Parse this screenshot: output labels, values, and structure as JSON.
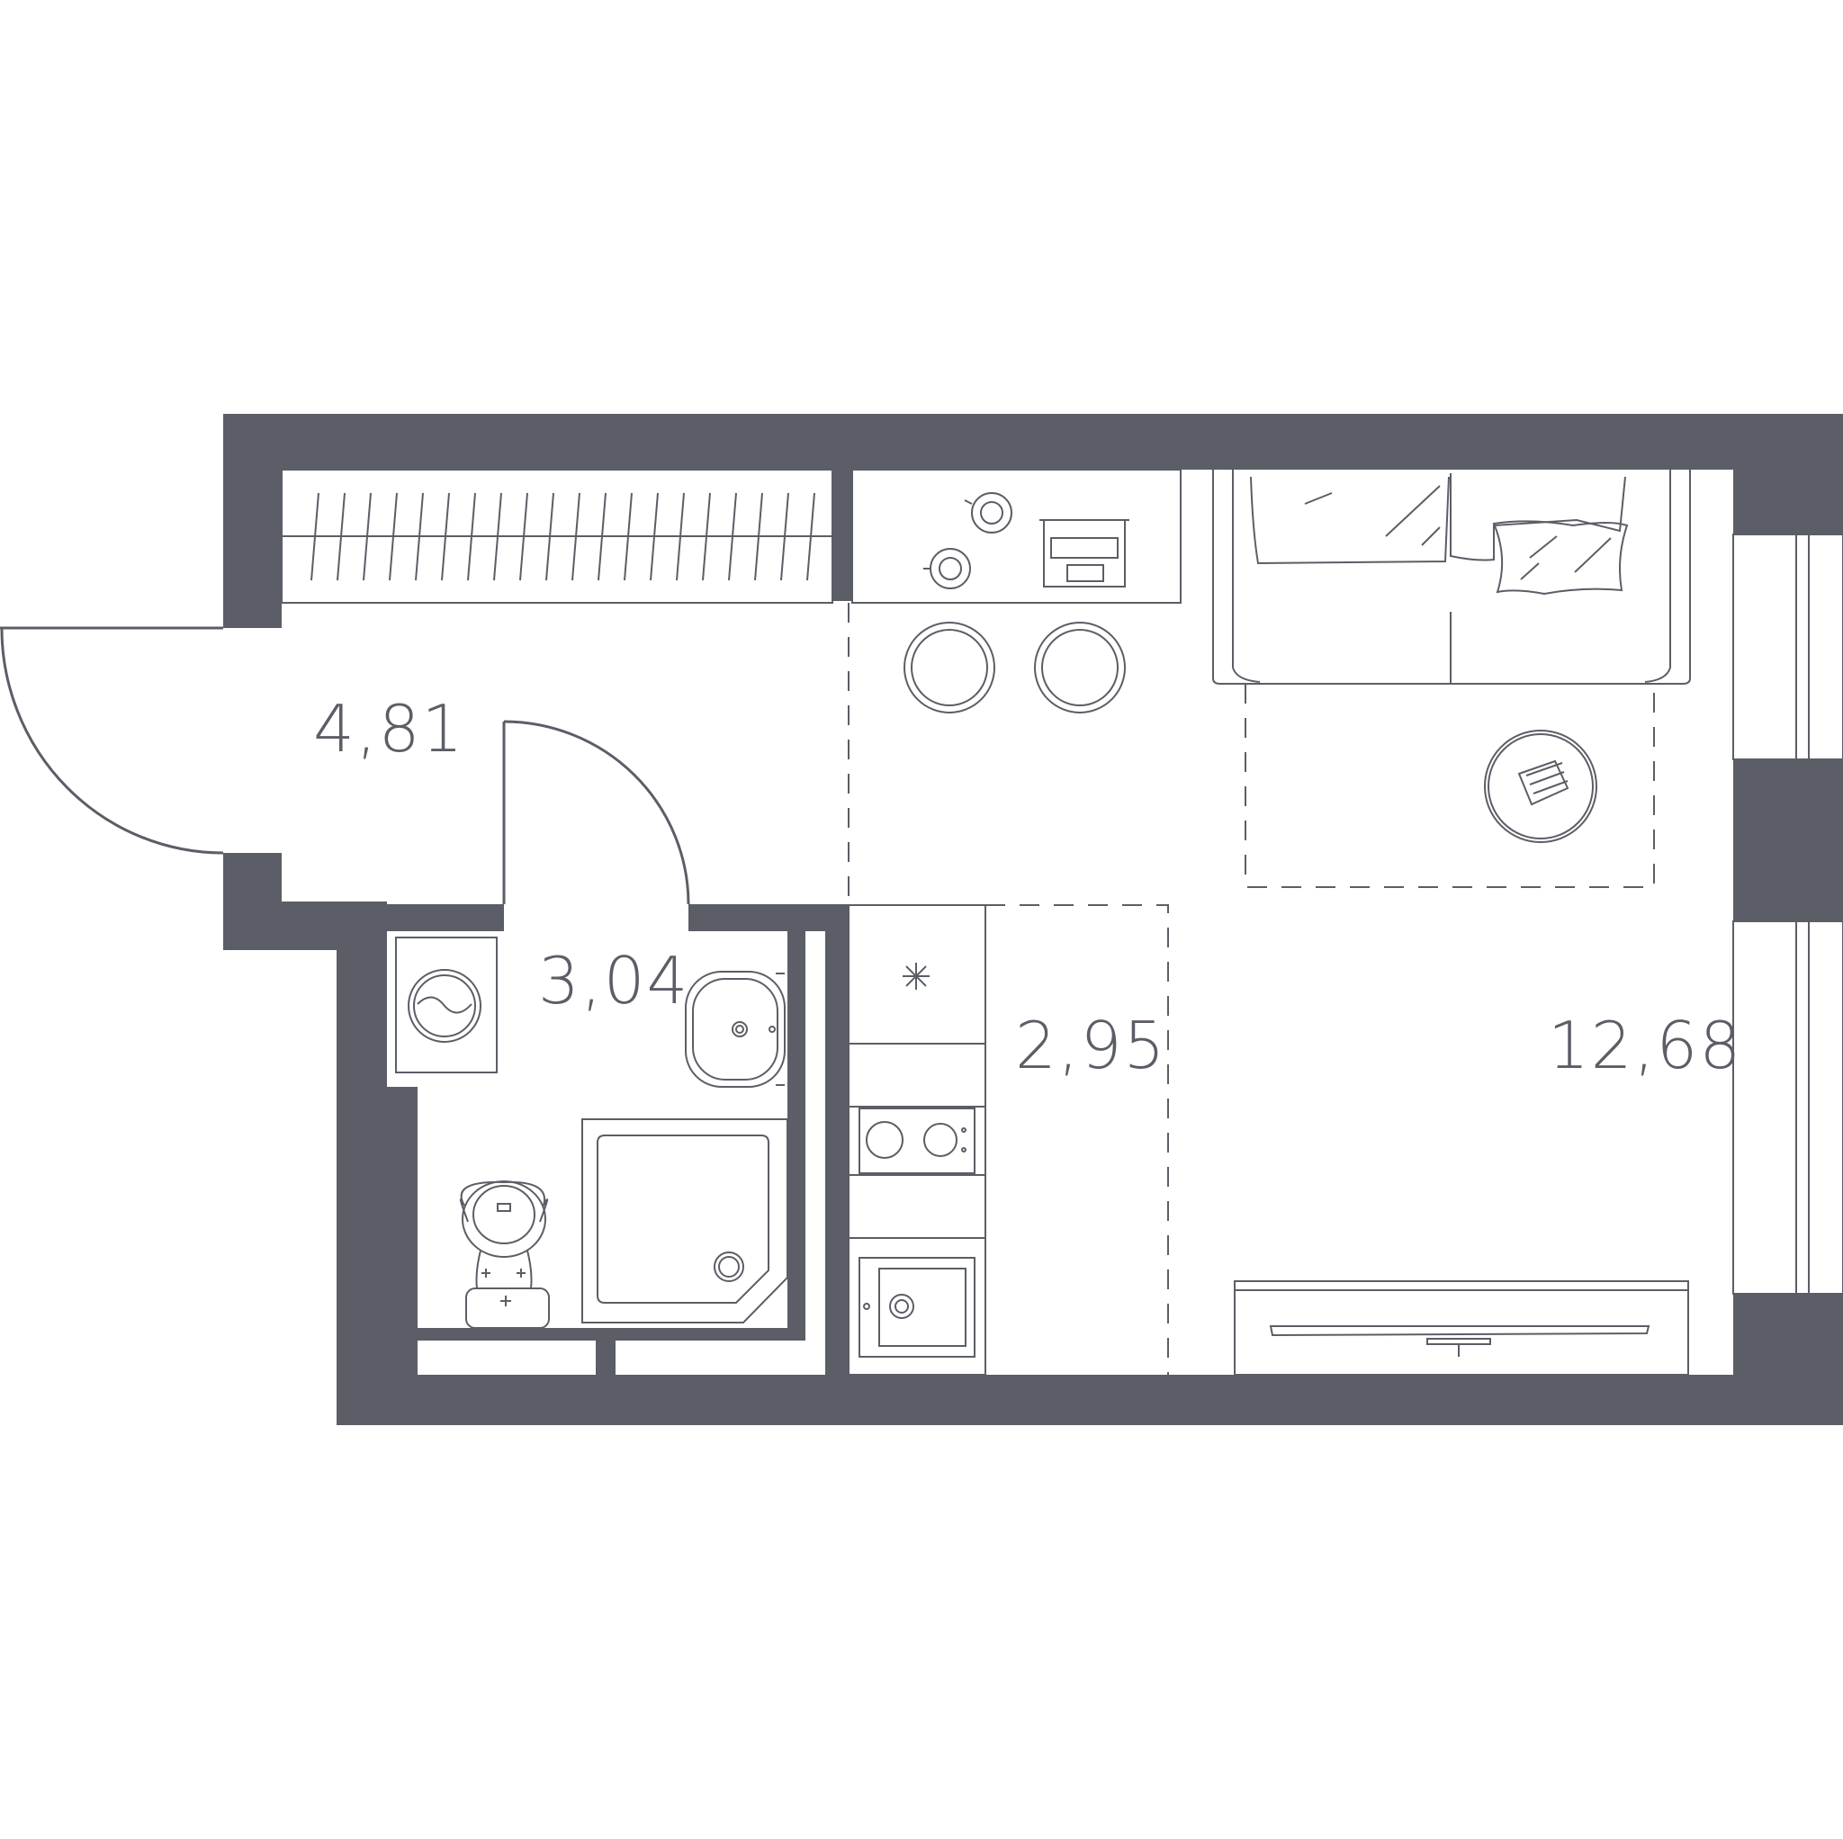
{
  "rooms": [
    {
      "id": "hallway",
      "area": "4,81"
    },
    {
      "id": "bathroom",
      "area": "3,04"
    },
    {
      "id": "kitchen",
      "area": "2,95"
    },
    {
      "id": "living",
      "area": "12,68"
    }
  ],
  "colors": {
    "wall": "#5b5e66",
    "background": "#ffffff"
  }
}
